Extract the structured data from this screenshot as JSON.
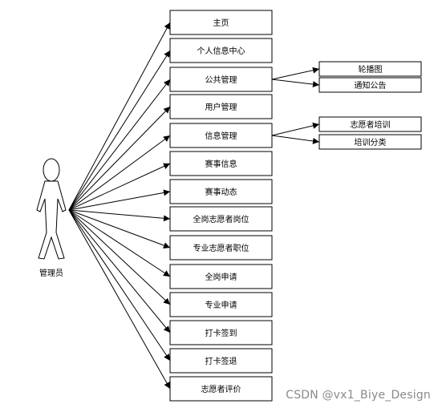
{
  "actor": {
    "label": "管理员"
  },
  "functions": [
    {
      "id": "home",
      "label": "主页"
    },
    {
      "id": "profile",
      "label": "个人信息中心"
    },
    {
      "id": "public",
      "label": "公共管理",
      "children": [
        "轮播图",
        "通知公告"
      ]
    },
    {
      "id": "users",
      "label": "用户管理"
    },
    {
      "id": "info",
      "label": "信息管理",
      "children": [
        "志愿者培训",
        "培训分类"
      ]
    },
    {
      "id": "event-info",
      "label": "赛事信息"
    },
    {
      "id": "event-news",
      "label": "赛事动态"
    },
    {
      "id": "fulltime-post",
      "label": "全岗志愿者岗位"
    },
    {
      "id": "pro-post",
      "label": "专业志愿者职位"
    },
    {
      "id": "fulltime-apply",
      "label": "全岗申请"
    },
    {
      "id": "pro-apply",
      "label": "专业申请"
    },
    {
      "id": "checkin",
      "label": "打卡签到"
    },
    {
      "id": "checkout",
      "label": "打卡签退"
    },
    {
      "id": "evaluation",
      "label": "志愿者评价"
    }
  ],
  "watermark": "CSDN @vx1_Biye_Design"
}
